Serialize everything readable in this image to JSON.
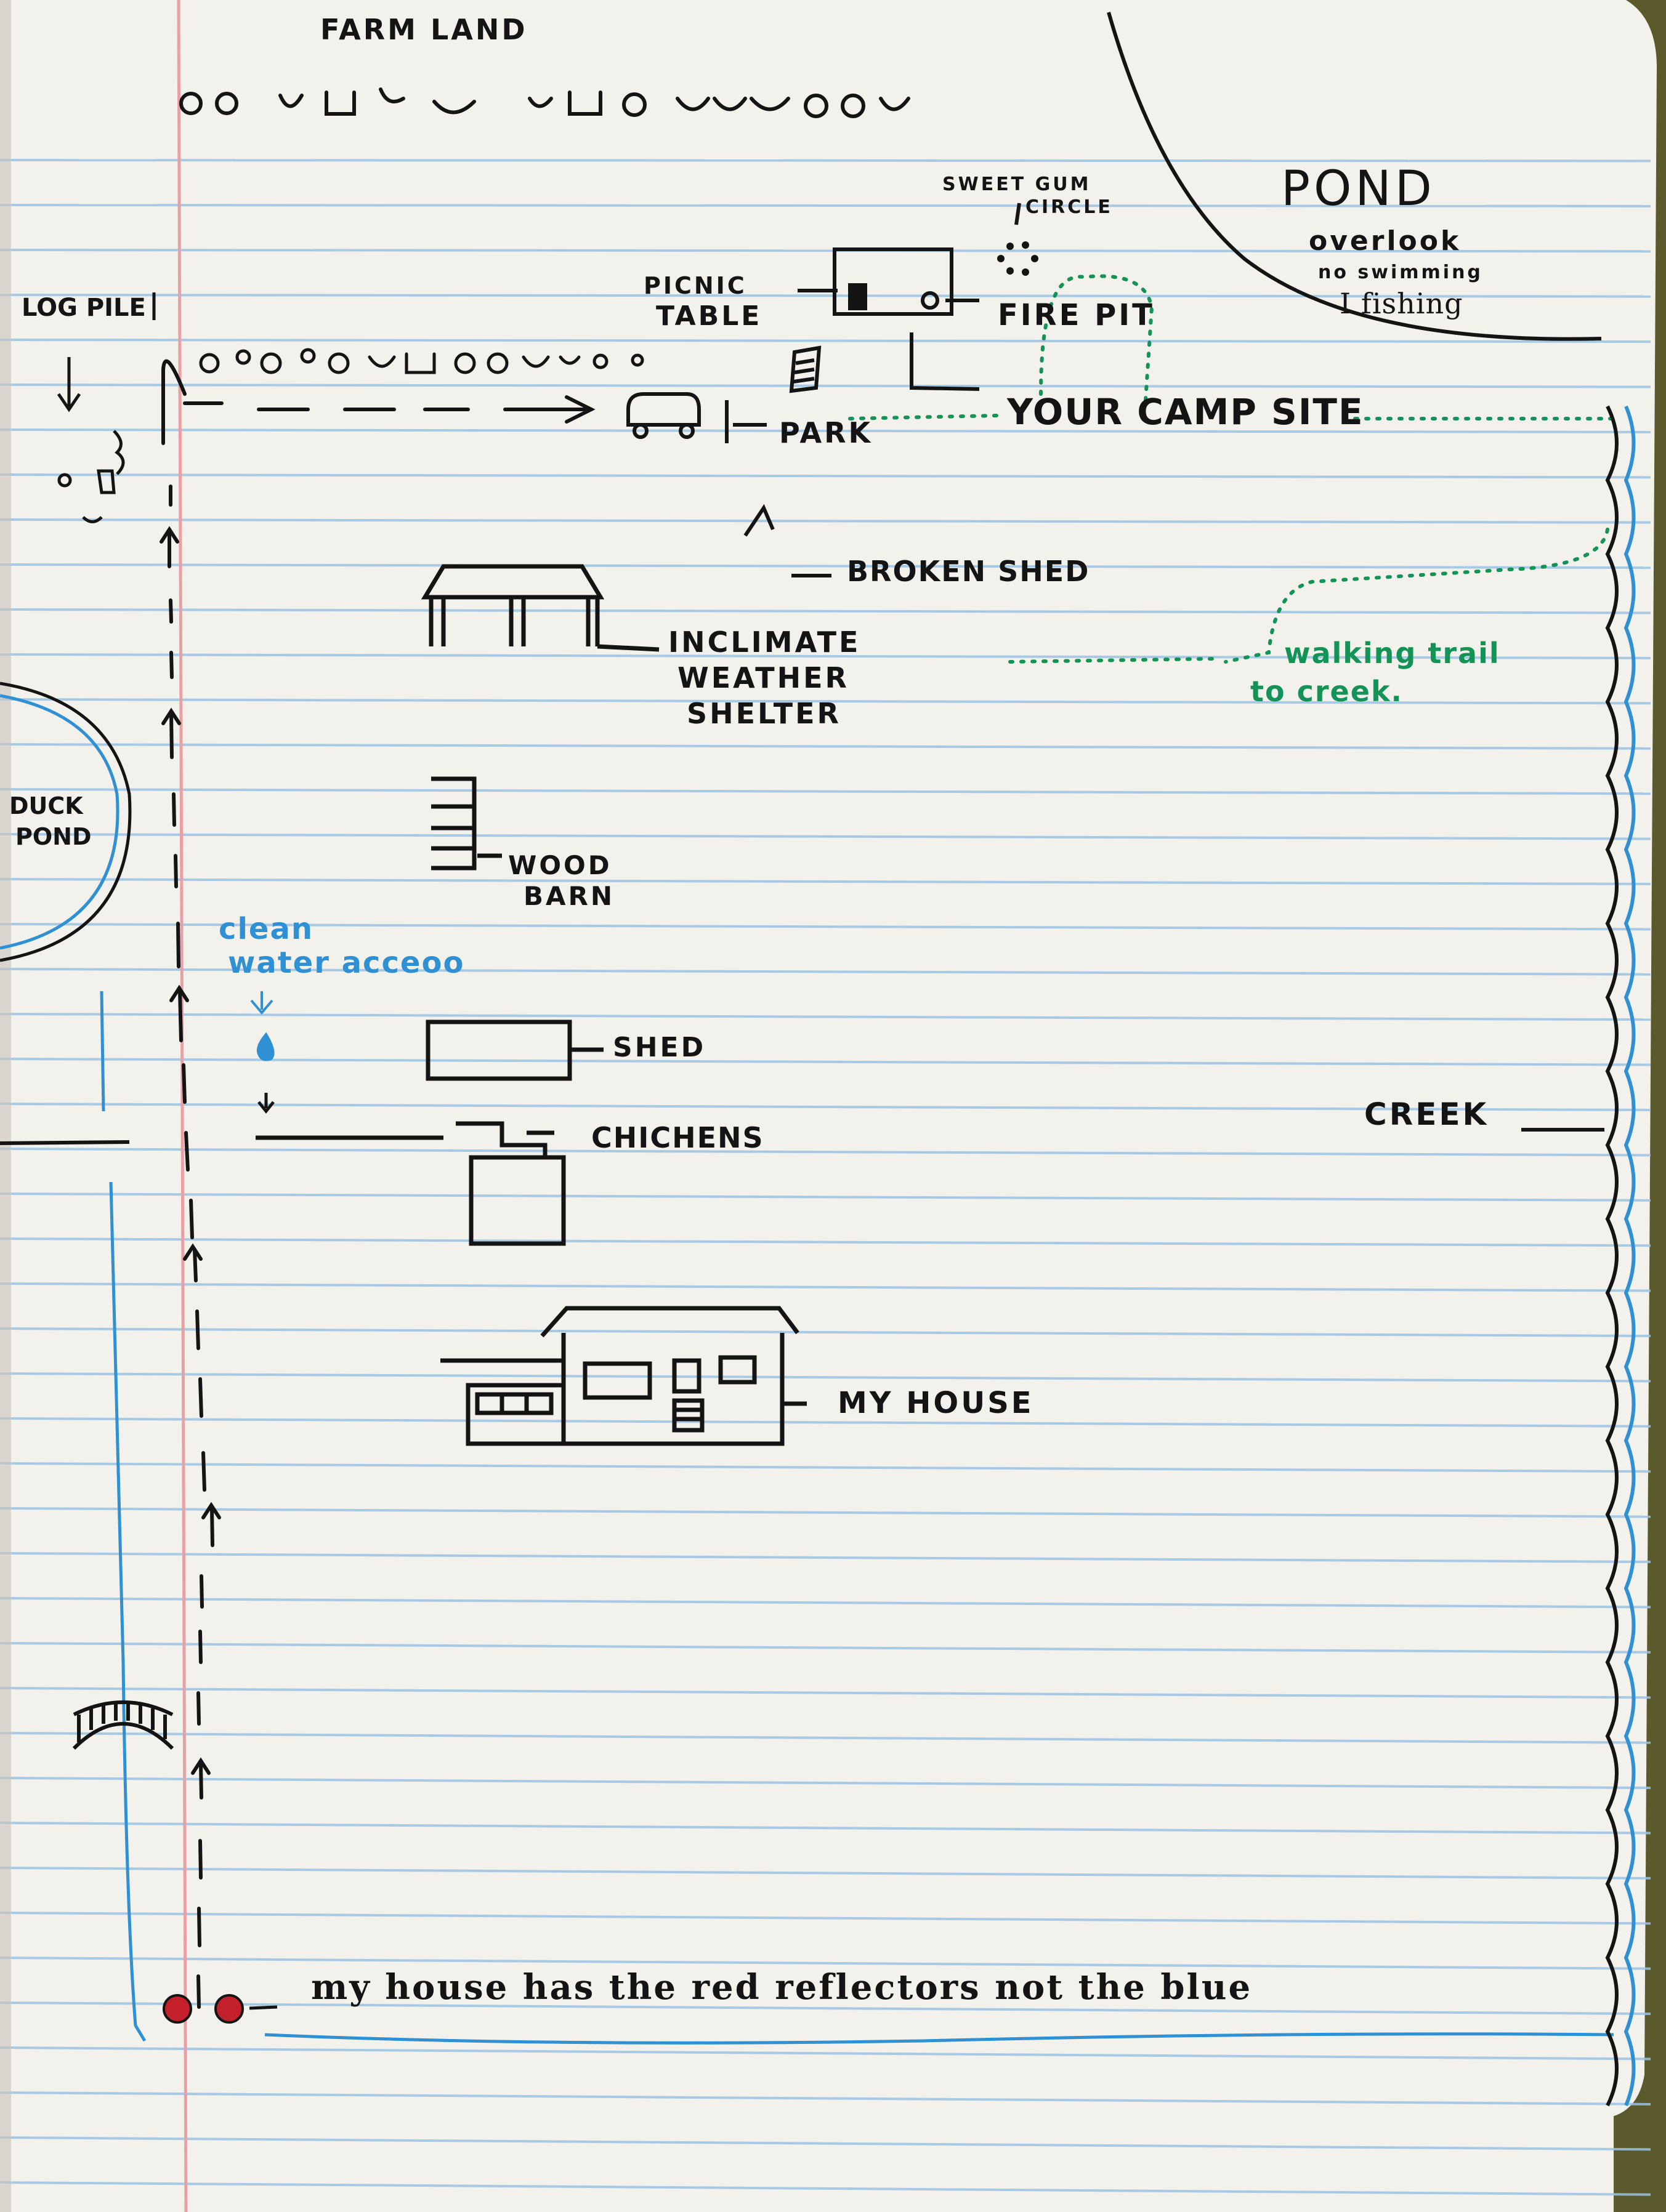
{
  "labels": {
    "farm_land": "FARM LAND",
    "pond": "POND",
    "pond_note_1": "overlook",
    "pond_note_2": "no swimming",
    "pond_note_3": "I fishing",
    "sweet_gum_1": "SWEET GUM",
    "sweet_gum_2": "CIRCLE",
    "picnic_1": "PICNIC",
    "picnic_2": "TABLE",
    "fire_pit": "FIRE PIT",
    "log_pile": "LOG PILE",
    "camp_site": "YOUR CAMP SITE",
    "park": "PARK",
    "broken_shed": "BROKEN SHED",
    "shelter_1": "INCLIMATE",
    "shelter_2": "WEATHER",
    "shelter_3": "SHELTER",
    "trail_1": "walking trail",
    "trail_2": "to creek.",
    "duck_pond_1": "DUCK",
    "duck_pond_2": "POND",
    "wood_barn_1": "WOOD",
    "wood_barn_2": "BARN",
    "water_1": "clean",
    "water_2": "water acceoo",
    "shed": "SHED",
    "chickens": "CHICHENS",
    "creek": "CREEK",
    "my_house": "MY HOUSE",
    "reflectors_note": "my house has the red reflectors not the blue"
  },
  "colors": {
    "paper": "#f3f1ec",
    "rule_line": "#9cc3e3",
    "margin_line": "#e9a0a4",
    "ink": "#141414",
    "blue_ink": "#2f90d4",
    "green_ink": "#149357",
    "reflector_red": "#c4202b",
    "background": "#5b5a2c"
  },
  "icons": [
    "log-pile-icon",
    "picnic-table-icon",
    "sweet-gum-circle-icon",
    "fire-pit-icon",
    "car-icon",
    "broken-shed-icon",
    "shelter-icon",
    "wood-barn-icon",
    "water-drop-icon",
    "shed-icon",
    "chicken-coop-icon",
    "house-icon",
    "bridge-icon",
    "red-reflector-icon"
  ]
}
